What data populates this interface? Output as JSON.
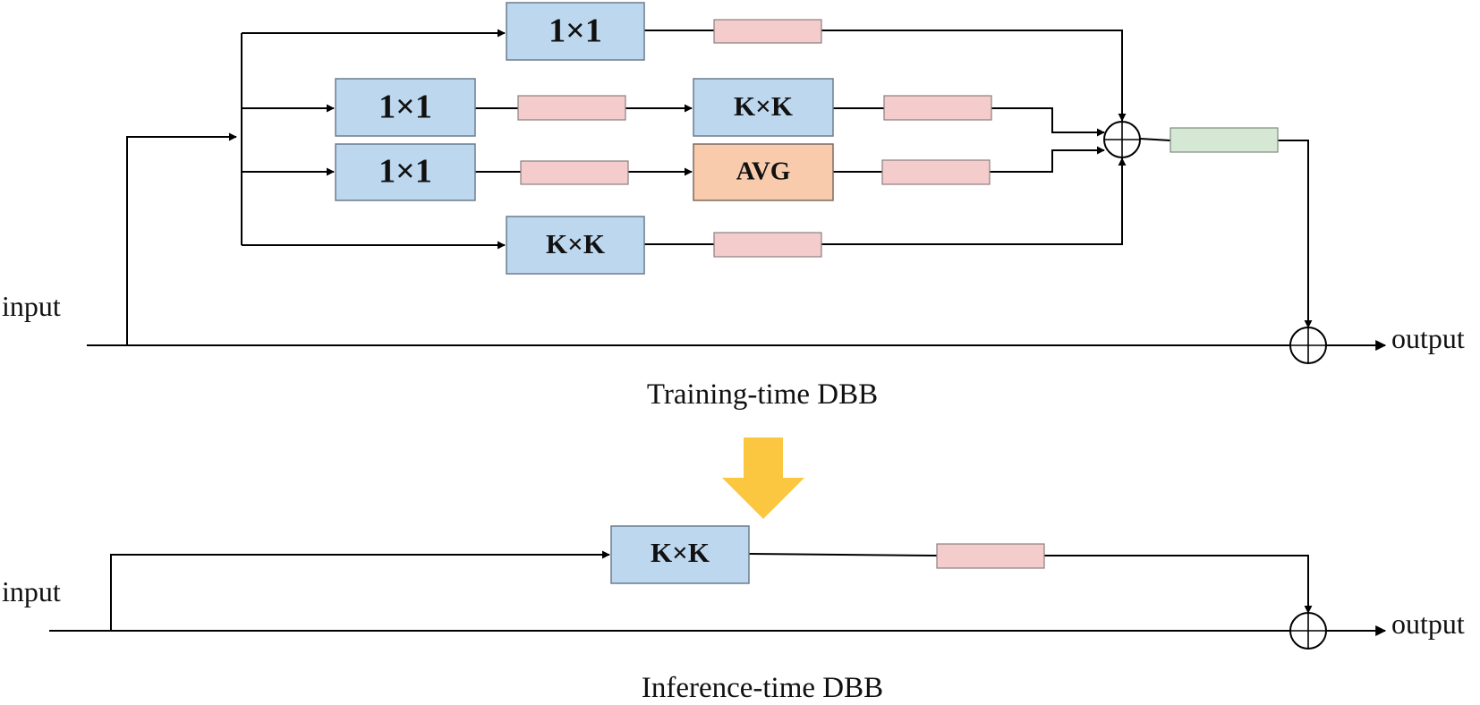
{
  "training": {
    "input_label": "input",
    "output_label": "output",
    "caption": "Training-time DBB",
    "branches": [
      {
        "first_op": "1×1"
      },
      {
        "first_op": "1×1",
        "second_op": "K×K"
      },
      {
        "first_op": "1×1",
        "second_op": "AVG"
      },
      {
        "first_op": "K×K"
      }
    ]
  },
  "inference": {
    "input_label": "input",
    "output_label": "output",
    "caption": "Inference-time DBB",
    "op": "K×K"
  },
  "colors": {
    "conv_block": "#bdd7ee",
    "avg_block": "#f8cbad",
    "bn_block": "#f4cccc",
    "final_bn_block": "#d5e8d4",
    "transform_arrow": "#fbc740"
  }
}
